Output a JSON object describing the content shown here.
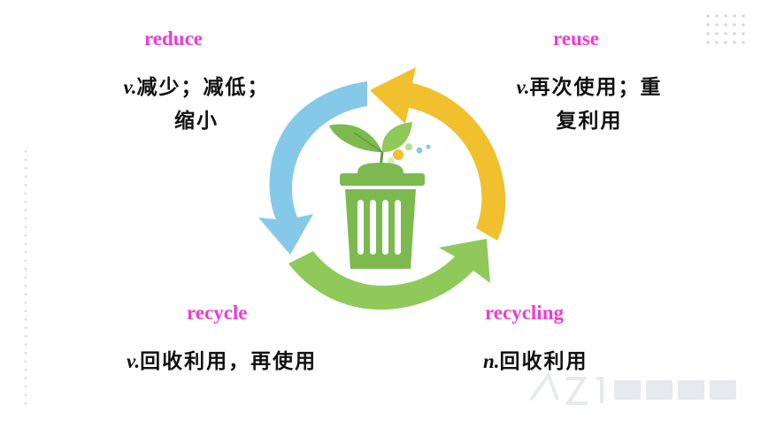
{
  "terms": {
    "reduce": {
      "word": "reduce",
      "pos": "v.",
      "meaning_line1": "减少；减低；",
      "meaning_line2": "缩小"
    },
    "reuse": {
      "word": "reuse",
      "pos": "v.",
      "meaning_line1": "再次使用；重",
      "meaning_line2": "复利用"
    },
    "recycle": {
      "word": "recycle",
      "pos": "v.",
      "meaning": "回收利用，再使用"
    },
    "recycling": {
      "word": "recycling",
      "pos": "n.",
      "meaning": "回收利用"
    }
  },
  "colors": {
    "term_pink": "#ee3bd6",
    "arrow_blue": "#86c8e8",
    "arrow_yellow": "#f0c02f",
    "arrow_green": "#8ec95a",
    "bin_green": "#7cba4f"
  },
  "icons": [
    "recycle-arrows-icon",
    "trash-bin-icon",
    "leaf-icon"
  ]
}
